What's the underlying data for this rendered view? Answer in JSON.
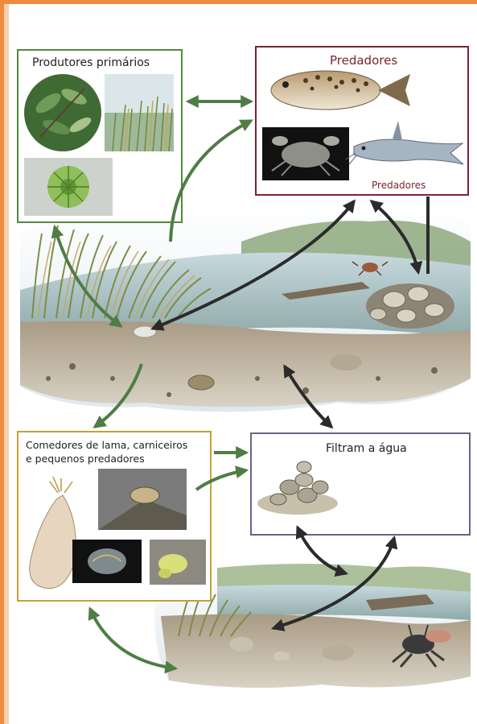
{
  "colors": {
    "frame": "#f08a3e",
    "producers_border": "#4f8a3c",
    "predators_border": "#7a2432",
    "scavengers_border": "#c4a235",
    "filter_border": "#6b6287",
    "arrow_green": "#4f7d45",
    "arrow_dark": "#2b2b2b",
    "predators_title": "#7a2432"
  },
  "panels": {
    "producers": {
      "title": "Produtores primários"
    },
    "predators": {
      "title": "Predadores",
      "sub_label": "Predadores"
    },
    "scavengers": {
      "title_line1": "Comedores de lama, carniceiros",
      "title_line2": "e pequenos predadores"
    },
    "filter": {
      "title": "Filtram a água"
    }
  }
}
